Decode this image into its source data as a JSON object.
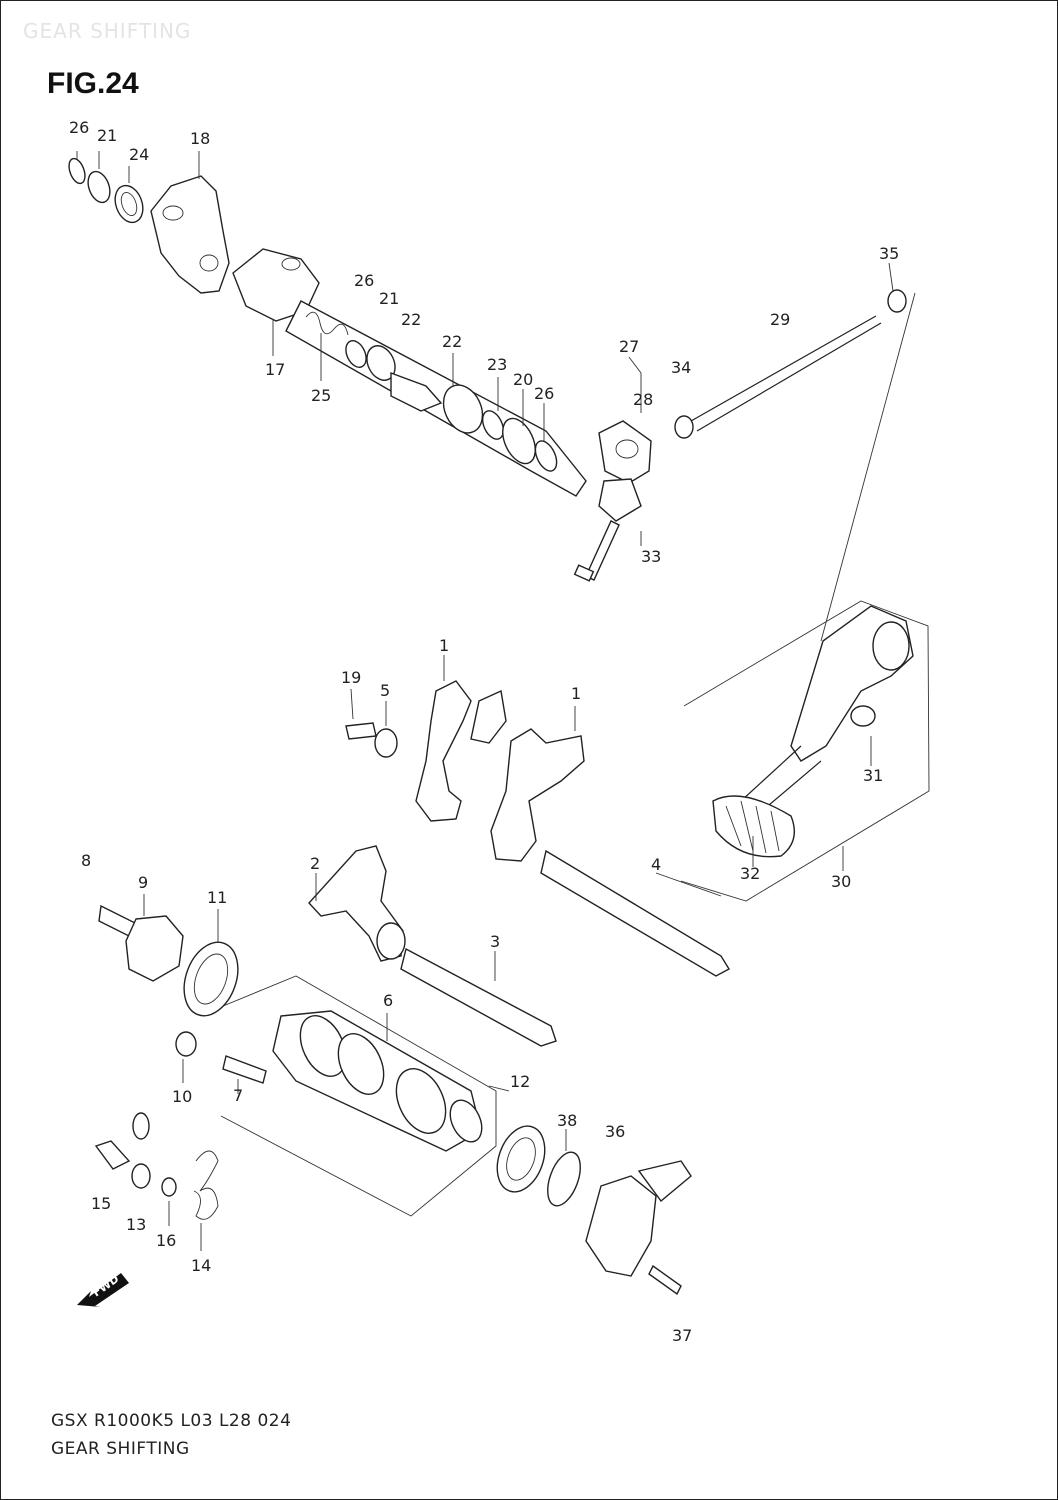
{
  "header": {
    "watermark": "GEAR SHIFTING",
    "figure": "FIG.24"
  },
  "footer": {
    "model": "GSX R1000K5 L03 L28 024",
    "section": "GEAR SHIFTING"
  },
  "fwd_label": "FWD",
  "callouts": [
    {
      "id": "c26a",
      "text": "26"
    },
    {
      "id": "c21a",
      "text": "21"
    },
    {
      "id": "c24",
      "text": "24"
    },
    {
      "id": "c18",
      "text": "18"
    },
    {
      "id": "c26b",
      "text": "26"
    },
    {
      "id": "c21b",
      "text": "21"
    },
    {
      "id": "c22a",
      "text": "22"
    },
    {
      "id": "c22b",
      "text": "22"
    },
    {
      "id": "c17",
      "text": "17"
    },
    {
      "id": "c25",
      "text": "25"
    },
    {
      "id": "c23",
      "text": "23"
    },
    {
      "id": "c20",
      "text": "20"
    },
    {
      "id": "c26c",
      "text": "26"
    },
    {
      "id": "c27",
      "text": "27"
    },
    {
      "id": "c34",
      "text": "34"
    },
    {
      "id": "c28",
      "text": "28"
    },
    {
      "id": "c29",
      "text": "29"
    },
    {
      "id": "c35",
      "text": "35"
    },
    {
      "id": "c33",
      "text": "33"
    },
    {
      "id": "c1a",
      "text": "1"
    },
    {
      "id": "c19",
      "text": "19"
    },
    {
      "id": "c5",
      "text": "5"
    },
    {
      "id": "c1b",
      "text": "1"
    },
    {
      "id": "c31",
      "text": "31"
    },
    {
      "id": "c32",
      "text": "32"
    },
    {
      "id": "c30",
      "text": "30"
    },
    {
      "id": "c8",
      "text": "8"
    },
    {
      "id": "c9",
      "text": "9"
    },
    {
      "id": "c11",
      "text": "11"
    },
    {
      "id": "c2",
      "text": "2"
    },
    {
      "id": "c4",
      "text": "4"
    },
    {
      "id": "c3",
      "text": "3"
    },
    {
      "id": "c6",
      "text": "6"
    },
    {
      "id": "c10",
      "text": "10"
    },
    {
      "id": "c7",
      "text": "7"
    },
    {
      "id": "c12",
      "text": "12"
    },
    {
      "id": "c38",
      "text": "38"
    },
    {
      "id": "c36",
      "text": "36"
    },
    {
      "id": "c15",
      "text": "15"
    },
    {
      "id": "c13",
      "text": "13"
    },
    {
      "id": "c16",
      "text": "16"
    },
    {
      "id": "c14",
      "text": "14"
    },
    {
      "id": "c37",
      "text": "37"
    }
  ]
}
